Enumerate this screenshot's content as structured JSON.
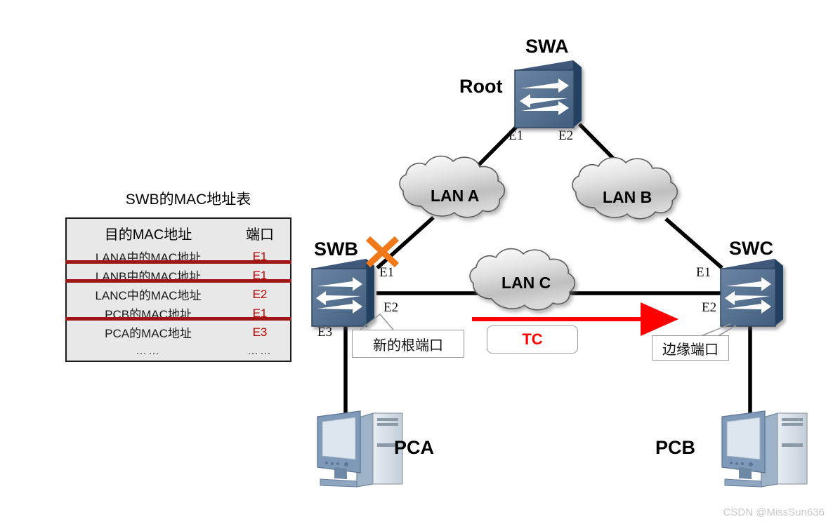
{
  "mac_table": {
    "title": "SWB的MAC地址表",
    "headers": [
      "目的MAC地址",
      "端口"
    ],
    "rows": [
      {
        "mac": "LANA中的MAC地址",
        "port": "E1",
        "struck": true
      },
      {
        "mac": "LANB中的MAC地址",
        "port": "E1",
        "struck": true
      },
      {
        "mac": "LANC中的MAC地址",
        "port": "E2",
        "struck": false
      },
      {
        "mac": "PCB的MAC地址",
        "port": "E1",
        "struck": true
      },
      {
        "mac": "PCA的MAC地址",
        "port": "E3",
        "struck": false
      },
      {
        "mac": "……",
        "port": "……",
        "struck": false
      }
    ]
  },
  "topology": {
    "switches": [
      {
        "id": "swa",
        "label": "SWA",
        "role_label": "Root",
        "ports": [
          "E1",
          "E2"
        ]
      },
      {
        "id": "swb",
        "label": "SWB",
        "ports": [
          "E1",
          "E2",
          "E3"
        ]
      },
      {
        "id": "swc",
        "label": "SWC",
        "ports": [
          "E1",
          "E2"
        ]
      }
    ],
    "clouds": [
      {
        "id": "lan-a",
        "label": "LAN A"
      },
      {
        "id": "lan-b",
        "label": "LAN B"
      },
      {
        "id": "lan-c",
        "label": "LAN C"
      }
    ],
    "hosts": [
      {
        "id": "pca",
        "label": "PCA"
      },
      {
        "id": "pcb",
        "label": "PCB"
      }
    ],
    "callouts": [
      {
        "id": "new-root-port",
        "text": "新的根端口"
      },
      {
        "id": "edge-port",
        "text": "边缘端口"
      }
    ],
    "tc_flow": {
      "label": "TC",
      "color": "#ff0000"
    },
    "link_fault": {
      "marker": "X",
      "color": "#f07818",
      "at_port": "E1"
    }
  },
  "ports": {
    "swa_e1": "E1",
    "swa_e2": "E2",
    "swb_e1": "E1",
    "swb_e2": "E2",
    "swb_e3": "E3",
    "swc_e1": "E1",
    "swc_e2": "E2"
  },
  "watermark": "CSDN @MissSun636",
  "colors": {
    "switch_face": "#55708f",
    "switch_side": "#2d4a6b",
    "switch_top": "#41587a",
    "fault_x": "#f07818",
    "tc_arrow": "#ff0000",
    "strike": "#9e1616",
    "port_text": "#c00000",
    "table_bg": "#e8e8e8"
  }
}
